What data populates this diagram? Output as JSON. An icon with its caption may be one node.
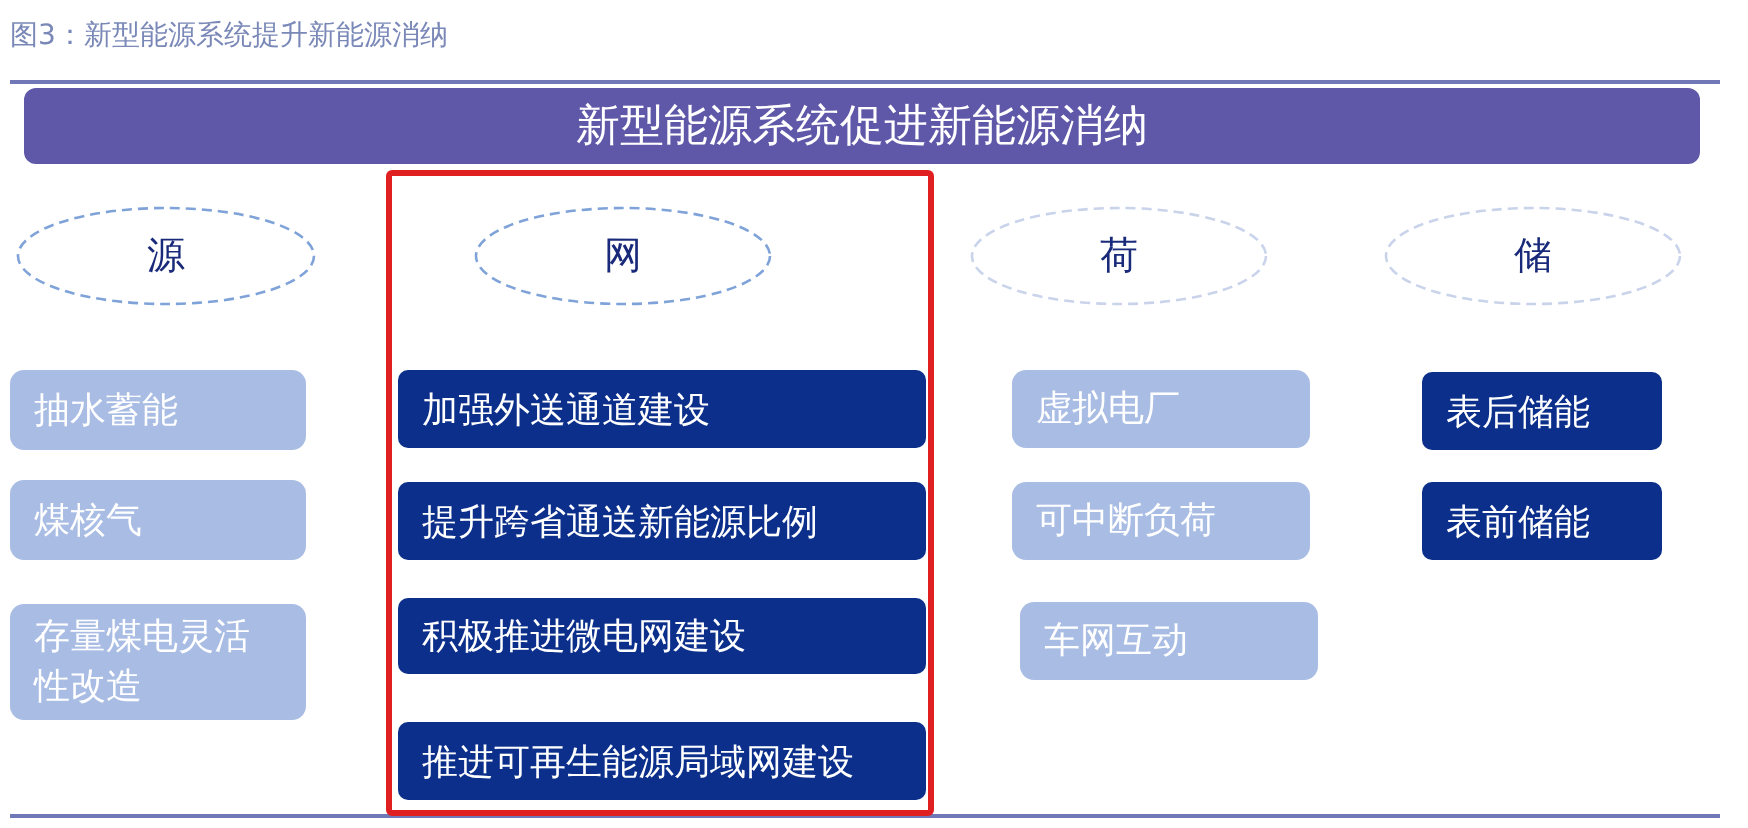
{
  "diagram": {
    "title": "图3：新型能源系统提升新能源消纳",
    "nodes": [
      {
        "text": [
          "新型能源系统促进新能源消纳"
        ]
      },
      {
        "text": [
          "源"
        ]
      },
      {
        "text": [
          "抽水蓄能"
        ]
      },
      {
        "text": [
          "煤核气"
        ]
      },
      {
        "text": [
          "存量煤电灵活性改造"
        ]
      },
      {
        "text": [],
        "shape": "box"
      },
      {
        "text": [
          "网"
        ],
        "in": 5
      },
      {
        "text": [
          "加强外送通道建设"
        ],
        "in": 5
      },
      {
        "text": [
          "提升跨省通送新能源比例"
        ],
        "in": 5
      },
      {
        "text": [
          "积极推进微电网建设"
        ],
        "in": 5
      },
      {
        "text": [
          "推进可再生能源局域网建设"
        ],
        "in": 5
      },
      {
        "text": [
          "荷"
        ]
      },
      {
        "text": [
          "虚拟电厂"
        ]
      },
      {
        "text": [
          "可中断负荷"
        ]
      },
      {
        "text": [
          "车网互动"
        ]
      },
      {
        "text": [
          "储"
        ]
      },
      {
        "text": [
          "表后储能"
        ]
      },
      {
        "text": [
          "表前储能"
        ]
      }
    ]
  }
}
